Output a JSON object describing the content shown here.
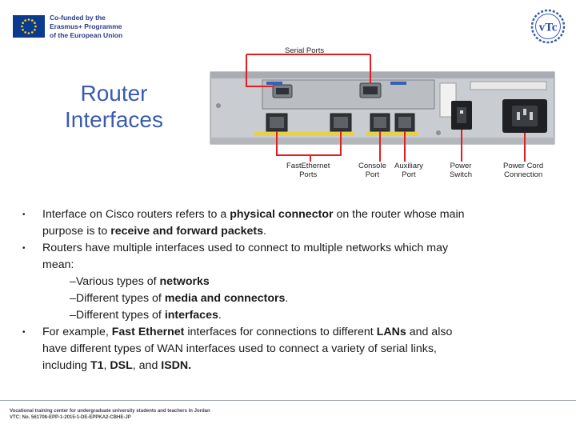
{
  "header": {
    "eu_lines": [
      "Co-funded by the",
      "Erasmus+ Programme",
      "of the European Union"
    ],
    "vtc_logo_text": "vTc",
    "colors": {
      "eu_blue": "#0b3a8f",
      "eu_star": "#ffdd00",
      "title_blue": "#3a5bb0"
    }
  },
  "title": {
    "line1": "Router",
    "line2": "Interfaces"
  },
  "figure": {
    "callouts": {
      "serial": "Serial Ports",
      "fastethernet_1": "FastEthernet",
      "fastethernet_2": "Ports",
      "console_1": "Console",
      "console_2": "Port",
      "aux_1": "Auxiliary",
      "aux_2": "Port",
      "power_1": "Power",
      "power_2": "Switch",
      "cord_1": "Power Cord",
      "cord_2": "Connection"
    },
    "callout_color": "#e02020"
  },
  "bullets": {
    "b1": {
      "t1": "Interface on Cisco routers refers to a ",
      "t2": "physical connector",
      "t3": " on the router whose main",
      "t4": "purpose is to ",
      "t5": "receive and forward packets",
      "t6": "."
    },
    "b2": {
      "t1": "Routers have multiple interfaces used to connect to multiple networks which may",
      "t2": "mean:"
    },
    "subs": {
      "s1a": "–Various types of ",
      "s1b": "networks",
      "s2a": "–Different types of ",
      "s2b": "media and connectors",
      "s2c": ".",
      "s3a": "–Different types of ",
      "s3b": "interfaces",
      "s3c": "."
    },
    "b3": {
      "t1": "For example, ",
      "t2": "Fast Ethernet",
      "t3": " interfaces for connections to different ",
      "t4": "LANs",
      "t5": " and also",
      "t6": "have different types of WAN interfaces used to connect a variety of serial links,",
      "t7": "including ",
      "t8": "T1",
      "t9": ", ",
      "t10": "DSL",
      "t11": ", and ",
      "t12": "ISDN."
    },
    "bullet_glyph": "•"
  },
  "footer": {
    "line1": "Vocational training center for undergraduate university students and teachers in Jordan",
    "line2": "VTC: No. 561708-EPP-1-2015-1-DE-EPPKA2-CBHE-JP"
  }
}
